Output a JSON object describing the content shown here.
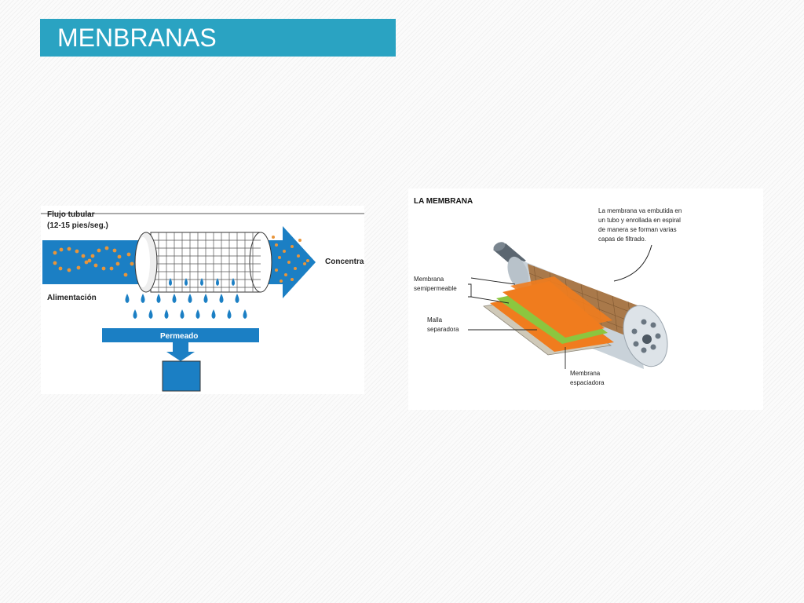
{
  "slide": {
    "title": "MENBRANAS"
  },
  "left_diagram": {
    "flow_label_line1": "Flujo tubular",
    "flow_label_line2": "(12-15 pies/seg.)",
    "feed_label": "Alimentación",
    "concentrate_label": "Concentrado",
    "permeate_label": "Permeado"
  },
  "right_diagram": {
    "title": "LA MEMBRANA",
    "note_lines": [
      "La membrana va embutida en",
      "un tubo y enrollada en espiral",
      "de manera se forman varias",
      "capas de filtrado."
    ],
    "semipermeable_line1": "Membrana",
    "semipermeable_line2": "semipermeable",
    "mesh_line1": "Malla",
    "mesh_line2": "separadora",
    "spacer_line1": "Membrana",
    "spacer_line2": "espaciadora"
  },
  "colors": {
    "title_bar": "#2aa3c2",
    "water_blue": "#1b7fc4",
    "particle_orange": "#e8953a",
    "membrane_orange": "#f07c1e",
    "mesh_green": "#8cc63f"
  }
}
